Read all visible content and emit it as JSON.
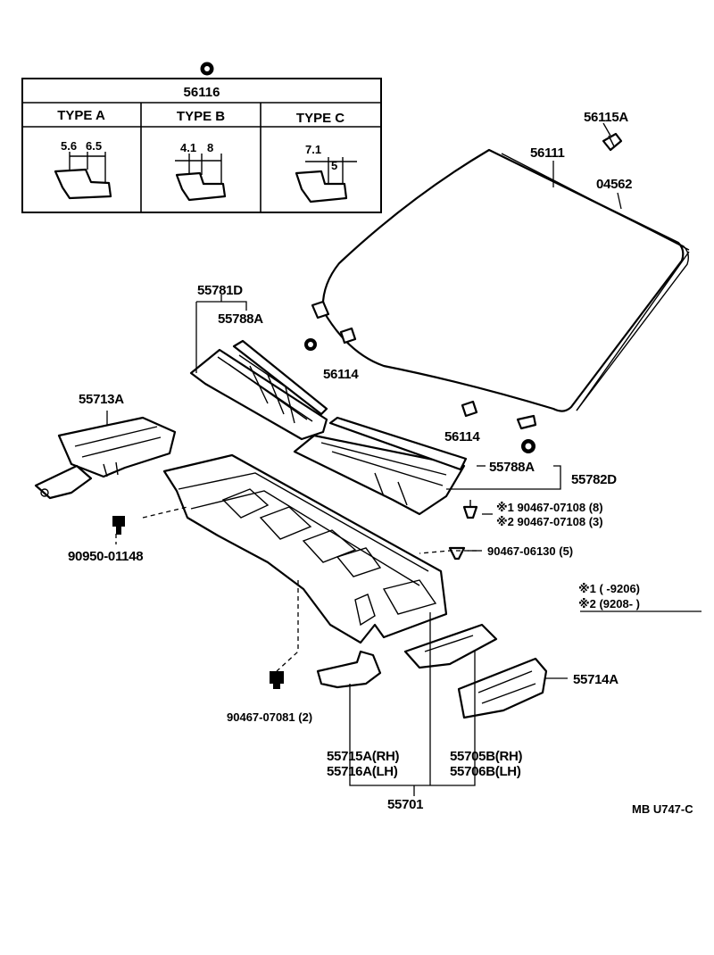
{
  "table": {
    "part_number": "56116",
    "types": [
      {
        "label": "TYPE A",
        "dims": [
          "5.6",
          "6.5"
        ]
      },
      {
        "label": "TYPE B",
        "dims": [
          "4.1",
          "8"
        ]
      },
      {
        "label": "TYPE C",
        "dims": [
          "7.1",
          "5"
        ]
      }
    ]
  },
  "labels": {
    "p56115A": "56115A",
    "p56111": "56111",
    "p04562": "04562",
    "p55781D": "55781D",
    "p55788A_top": "55788A",
    "p56114_upper": "56114",
    "p55713A": "55713A",
    "p56114_lower": "56114",
    "p55788A_right": "55788A",
    "p55782D": "55782D",
    "p90467_07108_1": "※1 90467-07108 (8)",
    "p90467_07108_2": "※2 90467-07108 (3)",
    "p90950_01148": "90950-01148",
    "p90467_06130": "90467-06130 (5)",
    "p55714A": "55714A",
    "p90467_07081": "90467-07081 (2)",
    "p55715A": "55715A(RH)",
    "p55716A": "55716A(LH)",
    "p55705B": "55705B(RH)",
    "p55706B": "55706B(LH)",
    "p55701": "55701",
    "code": "MB U747-C"
  },
  "notes": {
    "note1": "※1 (  -9206)",
    "note2": "※2 (9208-  )"
  }
}
